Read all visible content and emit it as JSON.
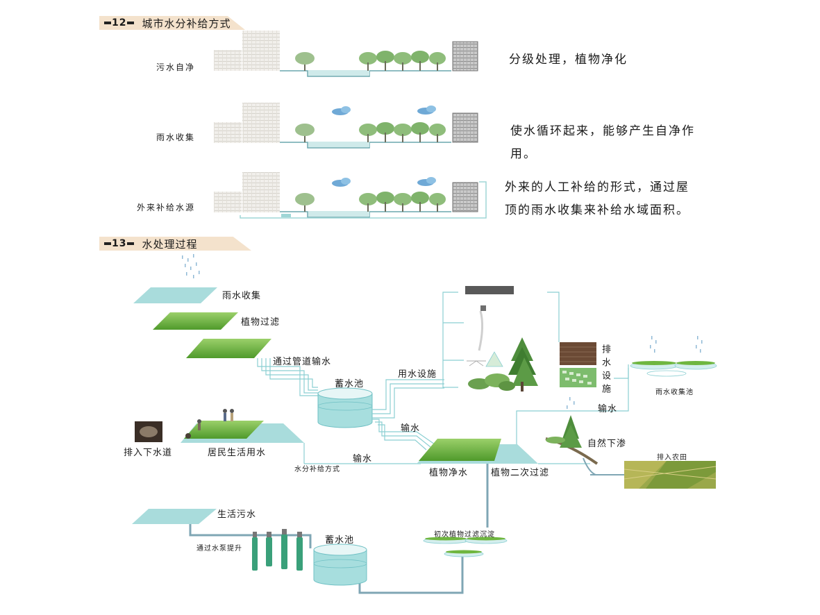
{
  "section12": {
    "num": "12",
    "title": "城市水分补给方式"
  },
  "section13": {
    "num": "13",
    "title": "水处理过程"
  },
  "rows": [
    {
      "label": "污水自净",
      "desc": "分级处理，植物净化"
    },
    {
      "label": "雨水收集",
      "desc_line1": "使水循环起来，能够产生自净作",
      "desc_line2": "用。"
    },
    {
      "label": "外来补给水源",
      "desc_line1": "外来的人工补给的形式，通过屋",
      "desc_line2": "顶的雨水收集来补给水域面积。"
    }
  ],
  "process": {
    "rain_collect": "雨水收集",
    "plant_filter": "植物过滤",
    "pipe_transport": "通过管道输水",
    "reservoir_top": "蓄水池",
    "water_facility": "用水设施",
    "transport_1": "输水",
    "transport_2": "输水",
    "transport_3": "输水",
    "sewer": "排入下水道",
    "resident_water": "居民生活用水",
    "supply_method": "水分补给方式",
    "plant_purify": "植物净水",
    "plant_secondary": "植物二次过滤",
    "drainage": "排水设施",
    "rain_pool": "雨水收集池",
    "natural_seep": "自然下渗",
    "farmland": "排入农田",
    "domestic_sewage": "生活污水",
    "reservoir_bottom": "蓄水池",
    "pump_lift": "通过水泵提升",
    "primary_settle": "初次植物过滤沉淀"
  },
  "colors": {
    "water": "#9fd6d6",
    "water_light": "#cdeaea",
    "pipe": "#8bcfd2",
    "grass": "#6fb63f",
    "tab": "#f4e2cc",
    "pipe_dark": "#7fa6b4"
  }
}
